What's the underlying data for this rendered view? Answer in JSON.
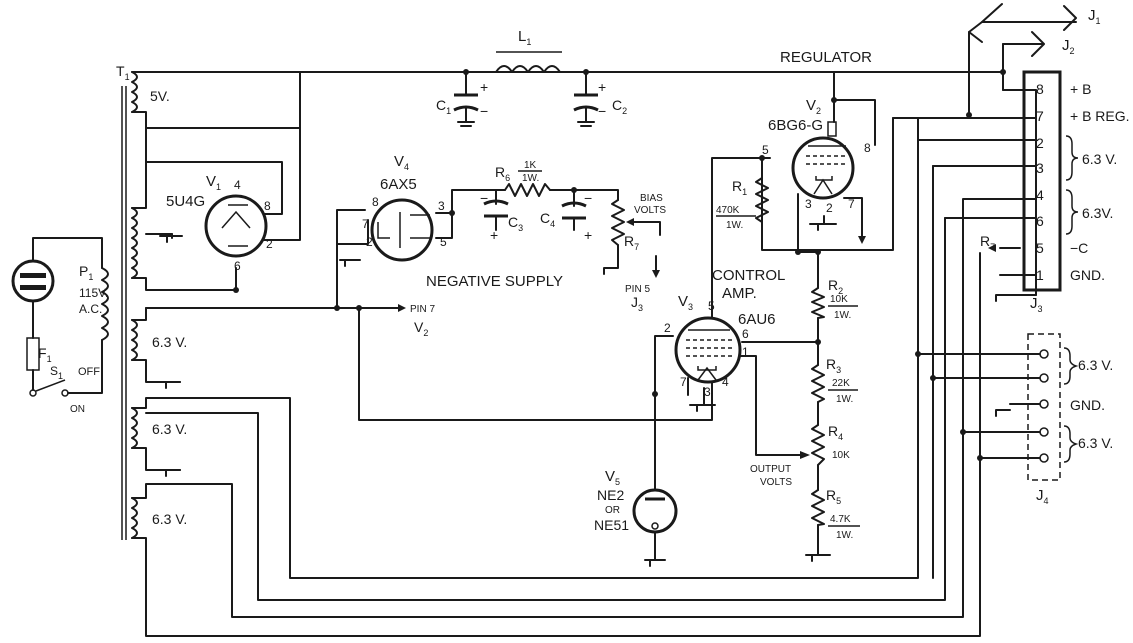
{
  "transformer": {
    "ref": "T",
    "sub": "1",
    "windings": [
      "5V.",
      "6.3 V.",
      "6.3 V.",
      "6.3 V."
    ]
  },
  "primary": {
    "plug_ref": "P",
    "plug_sub": "1",
    "plug_rating": [
      "115V.",
      "A.C."
    ],
    "fuse_ref": "F",
    "fuse_sub": "1",
    "switch_ref": "S",
    "switch_sub": "1",
    "switch_off": "OFF",
    "switch_on": "ON"
  },
  "tubes": {
    "v1": {
      "ref": "V",
      "sub": "1",
      "type": "5U4G",
      "pins": [
        "4",
        "8",
        "2",
        "6"
      ]
    },
    "v4": {
      "ref": "V",
      "sub": "4",
      "type": "6AX5",
      "pins": [
        "8",
        "7",
        "2",
        "3",
        "5"
      ]
    },
    "v2": {
      "ref": "V",
      "sub": "2",
      "type": "6BG6-G",
      "pins": [
        "5",
        "8",
        "3",
        "2",
        "7"
      ]
    },
    "v3": {
      "ref": "V",
      "sub": "3",
      "type": "6AU6",
      "pins": [
        "2",
        "5",
        "6",
        "1",
        "7",
        "3",
        "4"
      ]
    },
    "v5": {
      "ref": "V",
      "sub": "5",
      "type": [
        "NE2",
        "OR",
        "NE51"
      ]
    }
  },
  "components": {
    "l1": {
      "ref": "L",
      "sub": "1"
    },
    "c1": {
      "ref": "C",
      "sub": "1"
    },
    "c2": {
      "ref": "C",
      "sub": "2"
    },
    "c3": {
      "ref": "C",
      "sub": "3"
    },
    "c4": {
      "ref": "C",
      "sub": "4"
    },
    "r6": {
      "ref": "R",
      "sub": "6",
      "value": "1K",
      "watt": "1W."
    },
    "r1": {
      "ref": "R",
      "sub": "1",
      "value": "470K",
      "watt": "1W."
    },
    "r2": {
      "ref": "R",
      "sub": "2",
      "value": "10K",
      "watt": "1W."
    },
    "r3": {
      "ref": "R",
      "sub": "3",
      "value": "22K",
      "watt": "1W."
    },
    "r4": {
      "ref": "R",
      "sub": "4",
      "value": "10K"
    },
    "r5": {
      "ref": "R",
      "sub": "5",
      "value": "4.7K",
      "watt": "1W."
    },
    "r7": {
      "ref": "R",
      "sub": "7"
    },
    "plus": "+",
    "minus": "−"
  },
  "labels": {
    "regulator": "REGULATOR",
    "negative_supply": "NEGATIVE SUPPLY",
    "control_amp": [
      "CONTROL",
      "AMP."
    ],
    "bias_volts": [
      "BIAS",
      "VOLTS"
    ],
    "output_volts": [
      "OUTPUT",
      "VOLTS"
    ],
    "pin5_j3": [
      "PIN 5",
      "J"
    ],
    "pin5_j3_sub": "3",
    "pin7_v2": [
      "PIN 7",
      "V"
    ],
    "pin7_v2_sub": "2"
  },
  "jacks": {
    "j1": {
      "ref": "J",
      "sub": "1"
    },
    "j2": {
      "ref": "J",
      "sub": "2"
    },
    "j3": {
      "ref": "J",
      "sub": "3",
      "pins": [
        {
          "num": "8",
          "label": "+ B"
        },
        {
          "num": "7",
          "label": "+ B REG."
        },
        {
          "num": "2",
          "label": ""
        },
        {
          "num": "3",
          "label": ""
        },
        {
          "num": "4",
          "label": ""
        },
        {
          "num": "6",
          "label": ""
        },
        {
          "num": "5",
          "label": "−C"
        },
        {
          "num": "1",
          "label": "GND."
        }
      ],
      "group1": "6.3 V.",
      "group2": "6.3V.",
      "r7_ref": "R",
      "r7_sub": "7"
    },
    "j4": {
      "ref": "J",
      "sub": "4",
      "labels": [
        "6.3 V.",
        "GND.",
        "6.3 V."
      ]
    }
  }
}
